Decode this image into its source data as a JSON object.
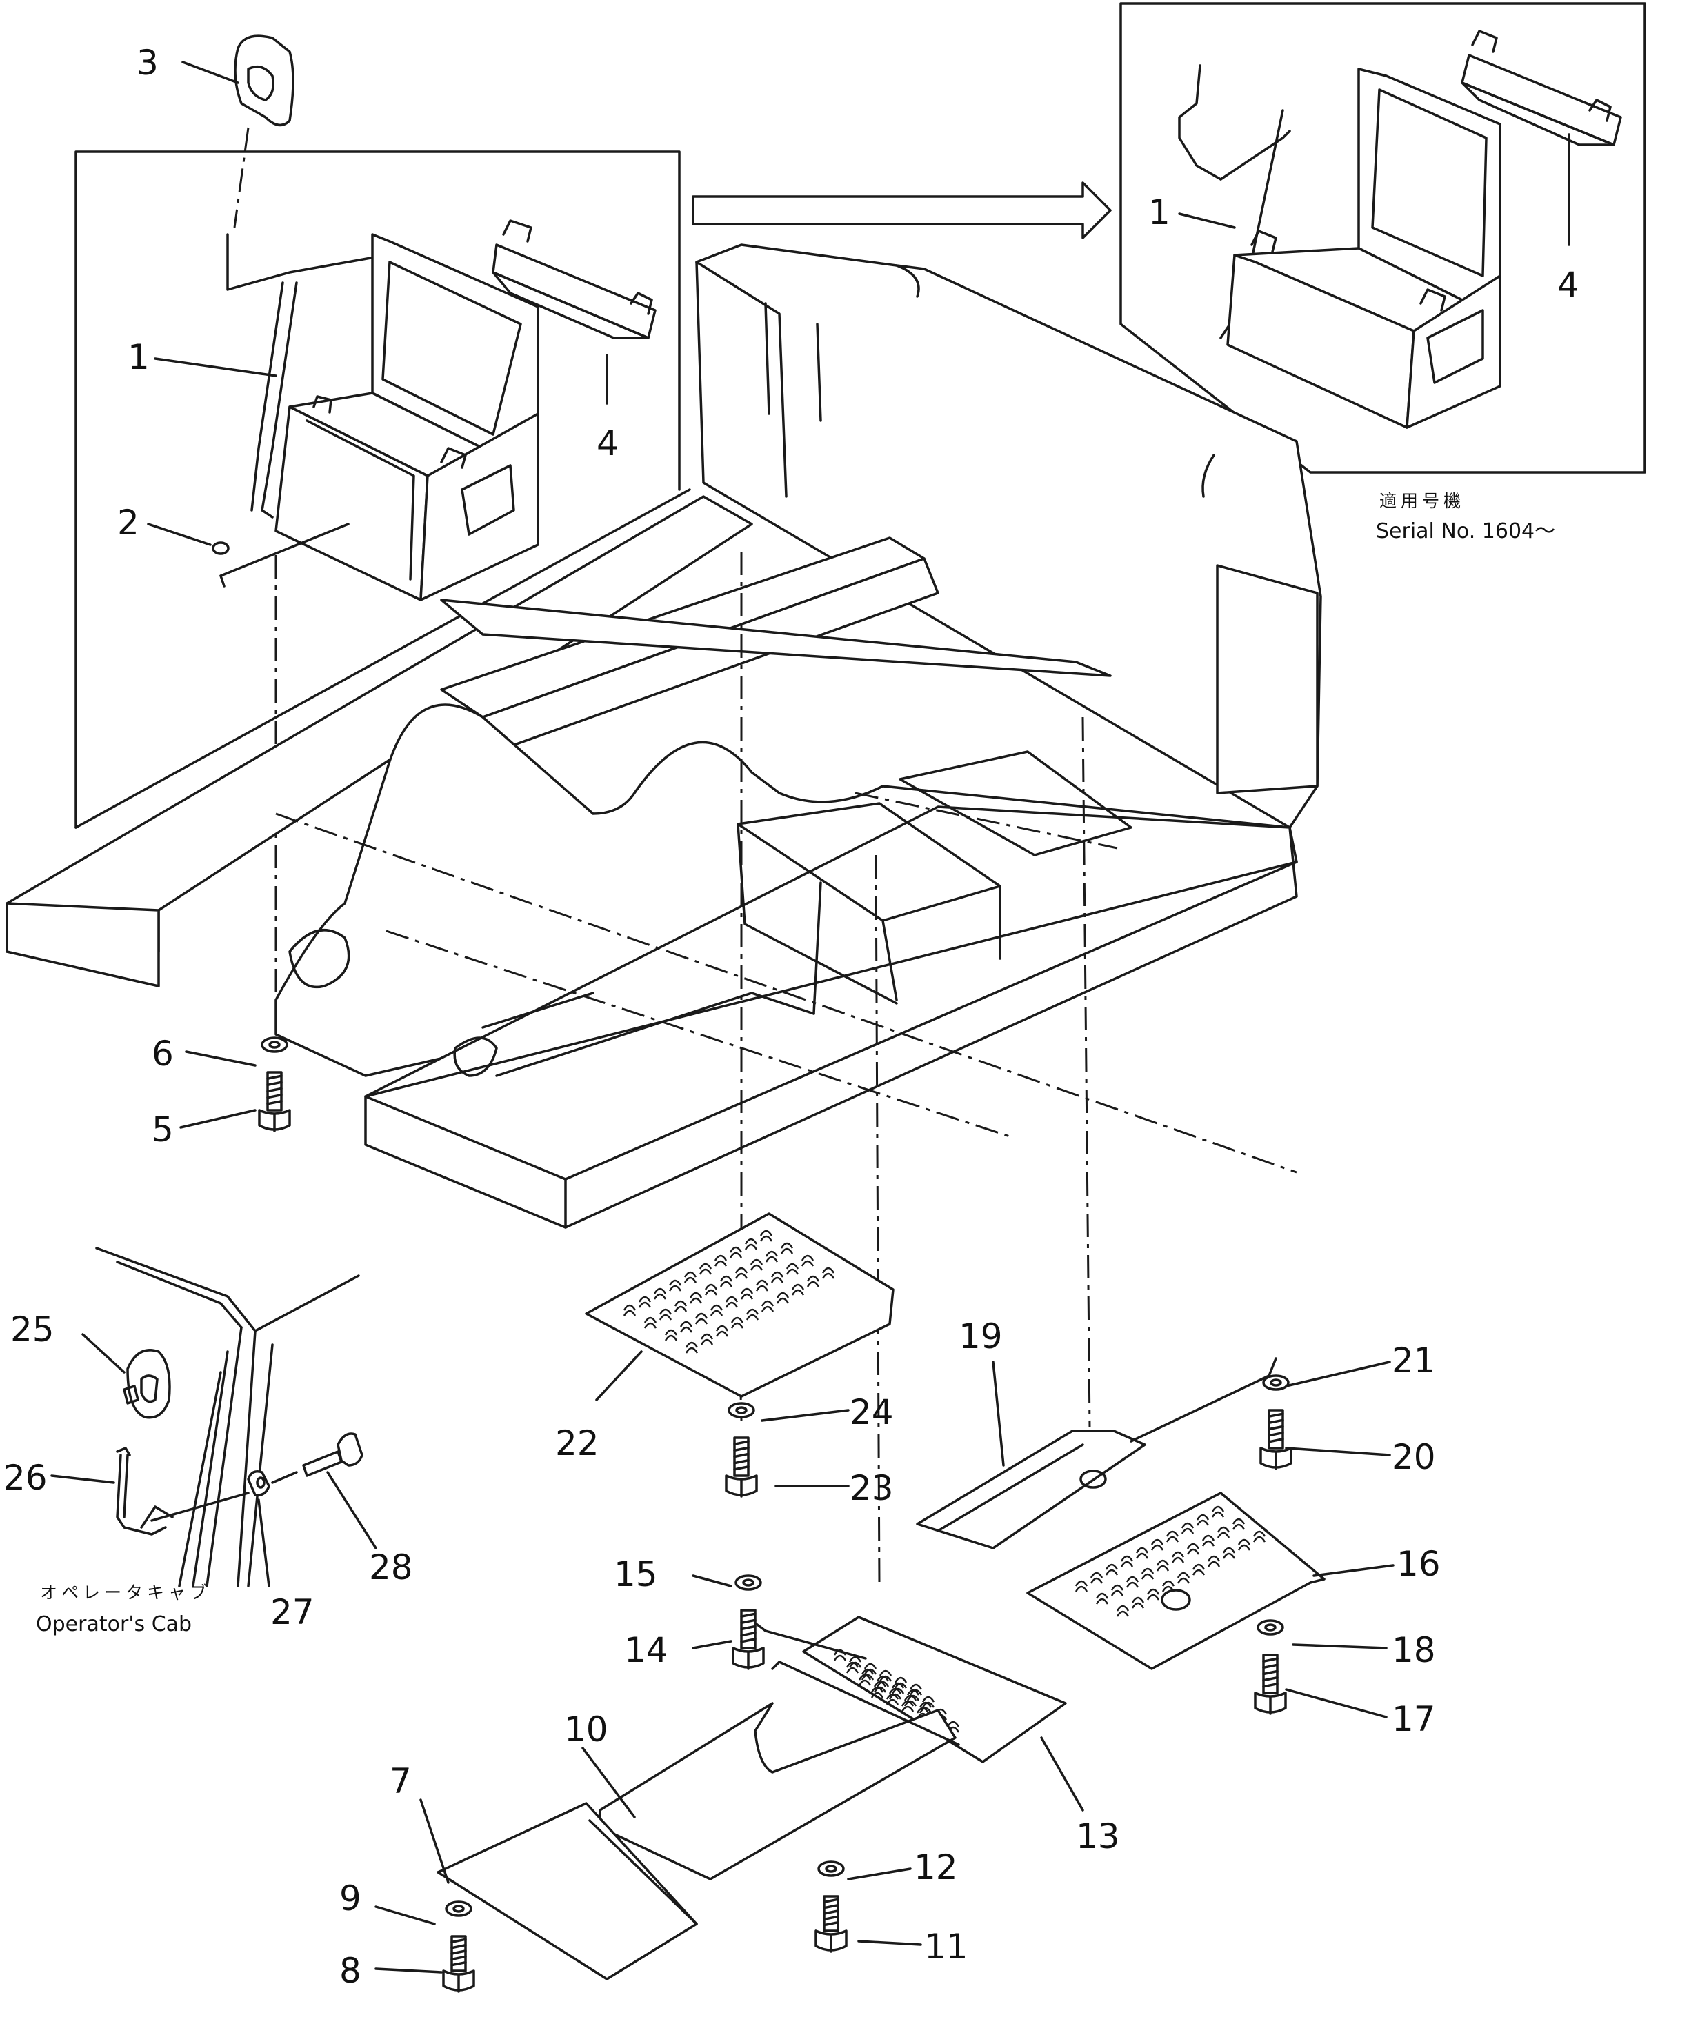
{
  "callouts": [
    {
      "id": "c1a",
      "label": "1"
    },
    {
      "id": "c2",
      "label": "2"
    },
    {
      "id": "c3",
      "label": "3"
    },
    {
      "id": "c4a",
      "label": "4"
    },
    {
      "id": "c1b",
      "label": "1"
    },
    {
      "id": "c4b",
      "label": "4"
    },
    {
      "id": "c5",
      "label": "5"
    },
    {
      "id": "c6",
      "label": "6"
    },
    {
      "id": "c7",
      "label": "7"
    },
    {
      "id": "c8",
      "label": "8"
    },
    {
      "id": "c9",
      "label": "9"
    },
    {
      "id": "c10",
      "label": "10"
    },
    {
      "id": "c11",
      "label": "11"
    },
    {
      "id": "c12",
      "label": "12"
    },
    {
      "id": "c13",
      "label": "13"
    },
    {
      "id": "c14",
      "label": "14"
    },
    {
      "id": "c15",
      "label": "15"
    },
    {
      "id": "c16",
      "label": "16"
    },
    {
      "id": "c17",
      "label": "17"
    },
    {
      "id": "c18",
      "label": "18"
    },
    {
      "id": "c19",
      "label": "19"
    },
    {
      "id": "c20",
      "label": "20"
    },
    {
      "id": "c21",
      "label": "21"
    },
    {
      "id": "c22",
      "label": "22"
    },
    {
      "id": "c23",
      "label": "23"
    },
    {
      "id": "c24",
      "label": "24"
    },
    {
      "id": "c25",
      "label": "25"
    },
    {
      "id": "c26",
      "label": "26"
    },
    {
      "id": "c27",
      "label": "27"
    },
    {
      "id": "c28",
      "label": "28"
    }
  ],
  "notes": {
    "serial_jp": "適用号機",
    "serial_en": "Serial No. 1604～",
    "cab_jp": "オペレータキャブ",
    "cab_en": "Operator's Cab"
  }
}
